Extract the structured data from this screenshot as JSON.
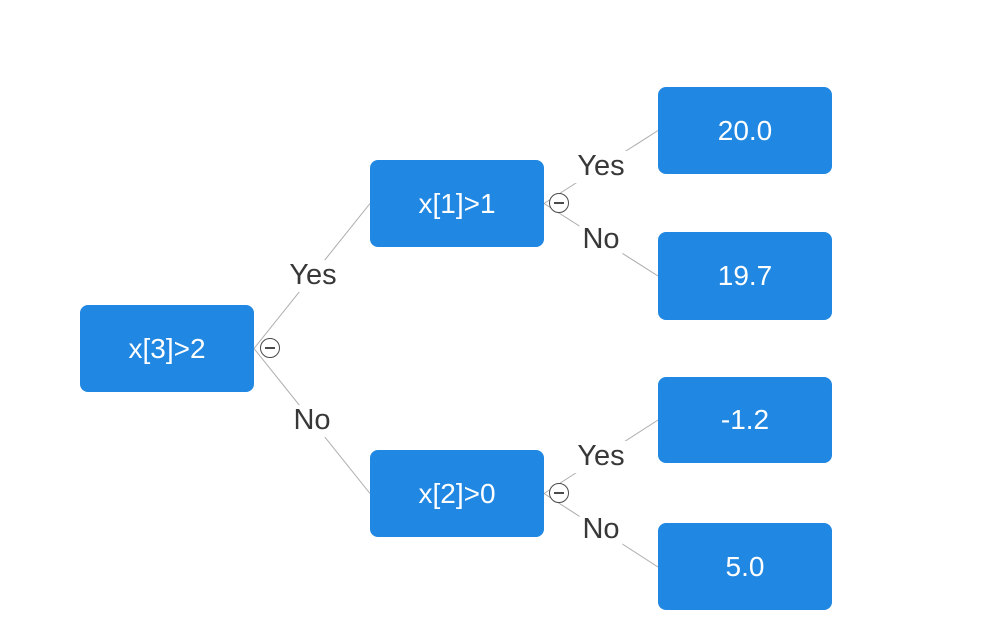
{
  "colors": {
    "canvas-bg": "#ffffff",
    "node-fill": "#2087e2",
    "node-text": "#ffffff",
    "edge-line": "#ababab",
    "edge-label-text": "#383838",
    "collapse-icon-stroke": "#4a4a4a"
  },
  "tree": {
    "nodes": {
      "root": {
        "label": "x[3]>2",
        "type": "split"
      },
      "split_yes": {
        "label": "x[1]>1",
        "type": "split"
      },
      "split_no": {
        "label": "x[2]>0",
        "type": "split"
      },
      "leaf_yes_yes": {
        "label": "20.0",
        "type": "leaf"
      },
      "leaf_yes_no": {
        "label": "19.7",
        "type": "leaf"
      },
      "leaf_no_yes": {
        "label": "-1.2",
        "type": "leaf"
      },
      "leaf_no_no": {
        "label": "5.0",
        "type": "leaf"
      }
    },
    "edges": [
      {
        "from": "x[3]>2",
        "to": "x[1]>1",
        "label": "Yes"
      },
      {
        "from": "x[3]>2",
        "to": "x[2]>0",
        "label": "No"
      },
      {
        "from": "x[1]>1",
        "to": "20.0",
        "label": "Yes"
      },
      {
        "from": "x[1]>1",
        "to": "19.7",
        "label": "No"
      },
      {
        "from": "x[2]>0",
        "to": "-1.2",
        "label": "Yes"
      },
      {
        "from": "x[2]>0",
        "to": "5.0",
        "label": "No"
      }
    ],
    "icons": {
      "collapse": "minus-circle"
    }
  }
}
